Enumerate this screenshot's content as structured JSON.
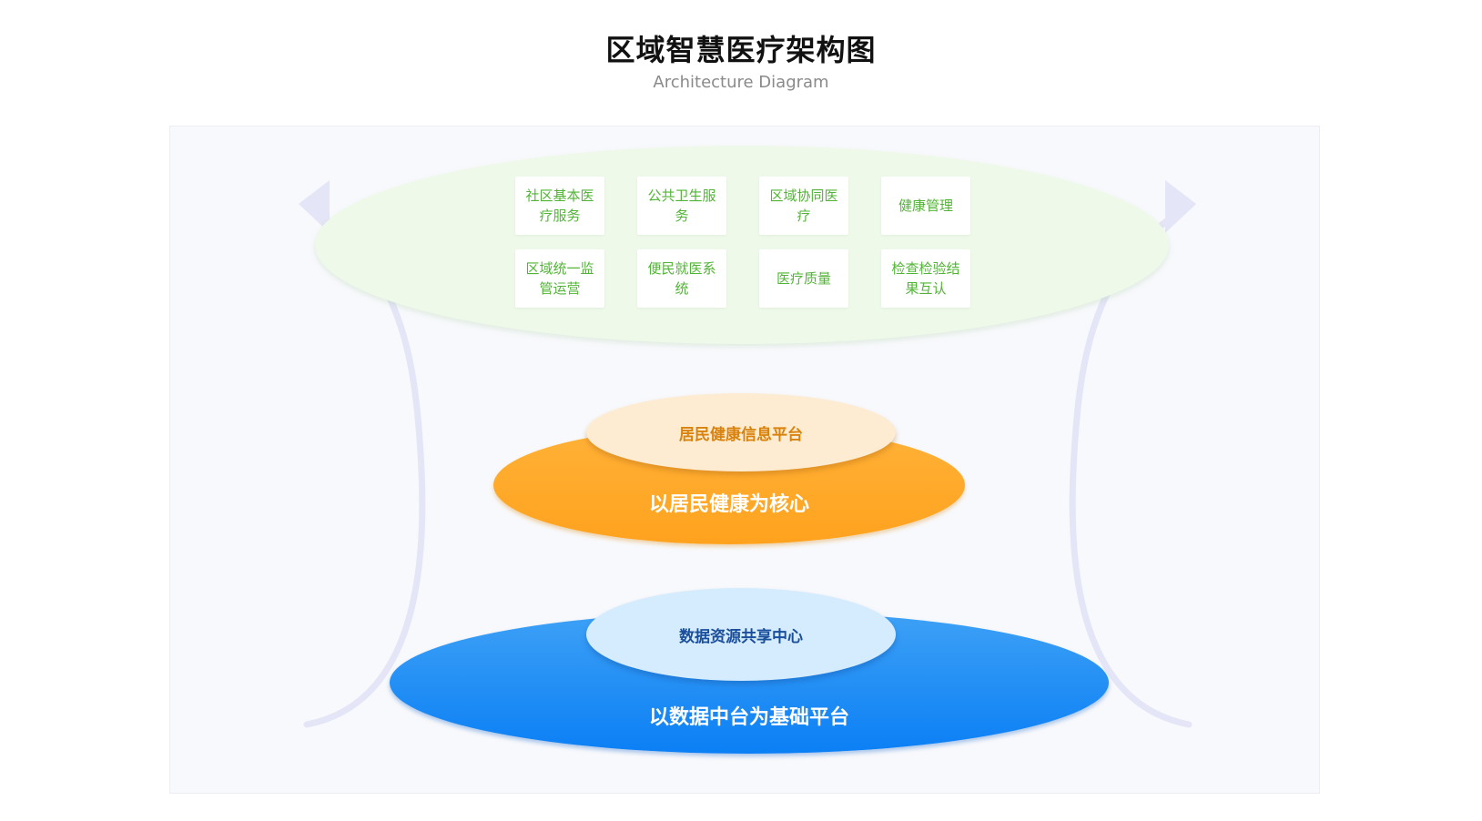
{
  "header": {
    "title": "区域智慧医疗架构图",
    "subtitle": "Architecture Diagram"
  },
  "services": {
    "row1": [
      "社区基本医疗服务",
      "公共卫生服务",
      "区域协同医疗",
      "健康管理"
    ],
    "row2": [
      "区域统一监管运营",
      "便民就医系统",
      "医疗质量",
      "检查检验结果互认"
    ]
  },
  "resident_layer": {
    "platform": "居民健康信息平台",
    "core": "以居民健康为核心"
  },
  "data_layer": {
    "center": "数据资源共享中心",
    "base": "以数据中台为基础平台"
  },
  "colors": {
    "green": "#52b436",
    "orange": "#ffa21e",
    "blue": "#0b7ff5",
    "arrow": "#e4e5f7"
  }
}
